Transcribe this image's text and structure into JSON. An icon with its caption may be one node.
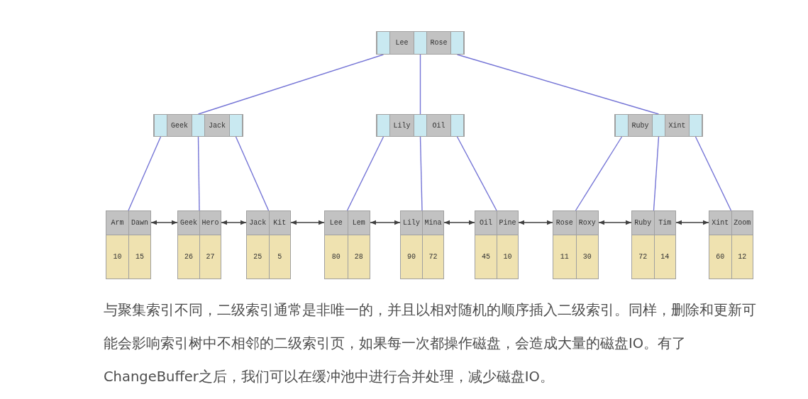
{
  "diagram": {
    "nodes": [
      {
        "text": [
          "Lee",
          "Rose"
        ]
      },
      {
        "text": [
          "Geek",
          "Jack"
        ]
      },
      {
        "text": [
          "Lily",
          "Oil"
        ]
      },
      {
        "text": [
          "Ruby",
          "Xint"
        ]
      },
      {
        "text": [
          "Arm",
          "Dawn",
          "10",
          "15"
        ]
      },
      {
        "text": [
          "Geek",
          "Hero",
          "26",
          "27"
        ]
      },
      {
        "text": [
          "Jack",
          "Kit",
          "25",
          "5"
        ]
      },
      {
        "text": [
          "Lee",
          "Lem",
          "80",
          "28"
        ]
      },
      {
        "text": [
          "Lily",
          "Mina",
          "90",
          "72"
        ]
      },
      {
        "text": [
          "Oil",
          "Pine",
          "45",
          "10"
        ]
      },
      {
        "text": [
          "Rose",
          "Roxy",
          "11",
          "30"
        ]
      },
      {
        "text": [
          "Ruby",
          "Tim",
          "72",
          "14"
        ]
      },
      {
        "text": [
          "Xint",
          "Zoom",
          "60",
          "12"
        ]
      }
    ],
    "edges": [
      {
        "from": 0,
        "to": 1,
        "arrow": "none"
      },
      {
        "from": 0,
        "to": 2,
        "arrow": "none"
      },
      {
        "from": 0,
        "to": 3,
        "arrow": "none"
      },
      {
        "from": 1,
        "to": 4,
        "arrow": "none"
      },
      {
        "from": 1,
        "to": 5,
        "arrow": "none"
      },
      {
        "from": 1,
        "to": 6,
        "arrow": "none"
      },
      {
        "from": 2,
        "to": 7,
        "arrow": "none"
      },
      {
        "from": 2,
        "to": 8,
        "arrow": "none"
      },
      {
        "from": 2,
        "to": 9,
        "arrow": "none"
      },
      {
        "from": 3,
        "to": 10,
        "arrow": "none"
      },
      {
        "from": 3,
        "to": 11,
        "arrow": "none"
      },
      {
        "from": 3,
        "to": 12,
        "arrow": "none"
      },
      {
        "from": 4,
        "to": 5,
        "arrow": "both",
        "color": "#404040"
      },
      {
        "from": 5,
        "to": 6,
        "arrow": "both",
        "color": "#404040"
      },
      {
        "from": 6,
        "to": 7,
        "arrow": "both",
        "color": "#404040"
      },
      {
        "from": 7,
        "to": 8,
        "arrow": "both",
        "color": "#404040"
      },
      {
        "from": 8,
        "to": 9,
        "arrow": "both",
        "color": "#404040"
      },
      {
        "from": 9,
        "to": 10,
        "arrow": "both",
        "color": "#404040"
      },
      {
        "from": 10,
        "to": 11,
        "arrow": "both",
        "color": "#404040"
      },
      {
        "from": 11,
        "to": 12,
        "arrow": "both",
        "color": "#404040"
      }
    ],
    "labels": [
      "与聚集索引不同，二级索引通常是非唯一的，并且以相对随机的顺序插入二级索引。同样，删除和更新可能会影响索引树中不相邻的二级索引页，如果每一次都操作磁盘，会造成大量的磁盘IO。有了ChangeBuffer之后，我们可以在缓冲池中进行合并处理，减少磁盘IO。"
    ]
  }
}
